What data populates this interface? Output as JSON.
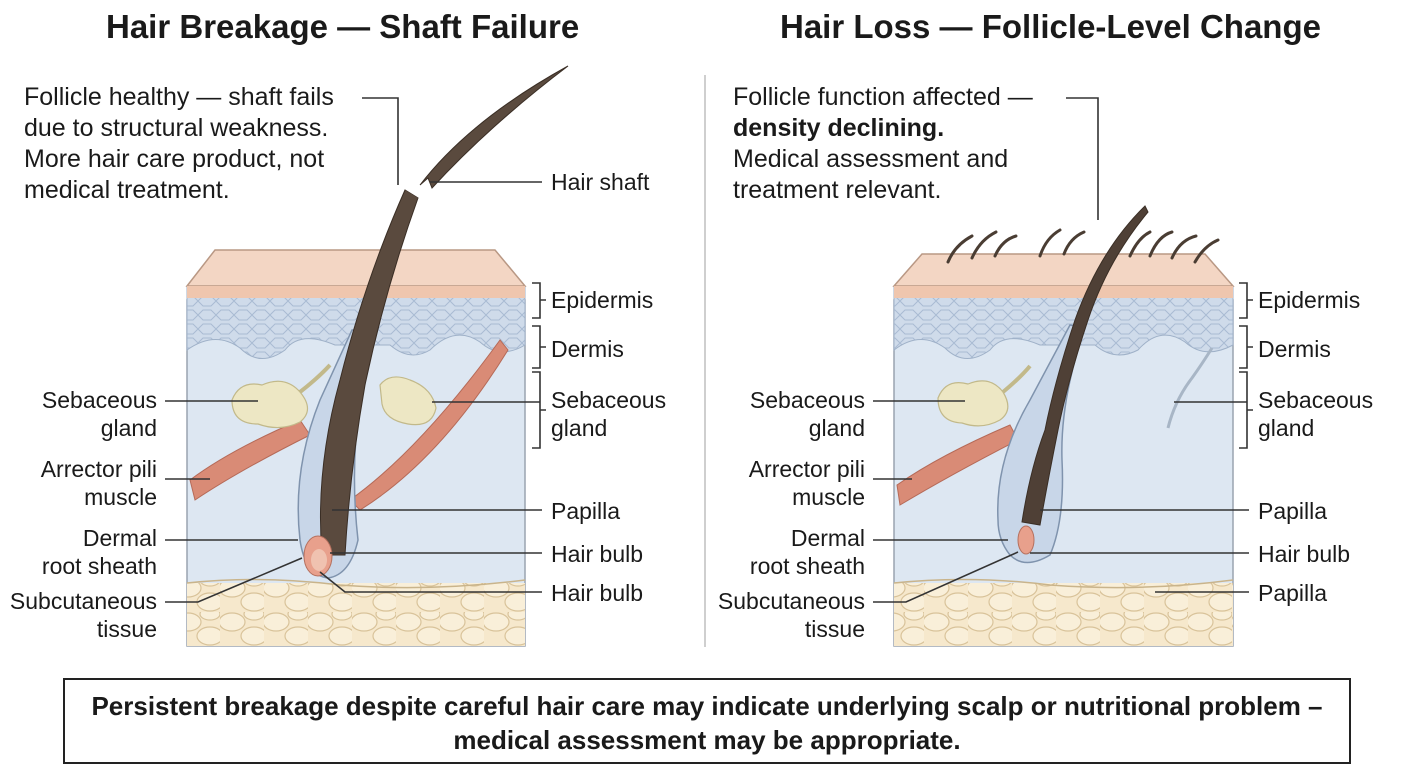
{
  "left": {
    "title": "Hair Breakage — Shaft Failure",
    "note": [
      "Follicle healthy — shaft fails",
      "due to structural weakness.",
      "More hair care product, not",
      "medical treatment."
    ],
    "labels": {
      "hair_shaft": "Hair shaft",
      "epidermis": "Epidermis",
      "dermis": "Dermis",
      "sebaceous_right": [
        "Sebaceous",
        "gland"
      ],
      "papilla": "Papilla",
      "hair_bulb_1": "Hair bulb",
      "hair_bulb_2": "Hair bulb",
      "sebaceous_left": [
        "Sebaceous",
        "gland"
      ],
      "arrector": [
        "Arrector pili",
        "muscle"
      ],
      "dermal_sheath": [
        "Dermal",
        "root sheath"
      ],
      "subcutaneous": [
        "Subcutaneous",
        "tissue"
      ]
    }
  },
  "right": {
    "title": "Hair Loss — Follicle-Level Change",
    "note": [
      "Follicle function affected —",
      "density declining.",
      "Medical assessment and",
      "treatment relevant."
    ],
    "labels": {
      "epidermis": "Epidermis",
      "dermis": "Dermis",
      "sebaceous_right": [
        "Sebaceous",
        "gland"
      ],
      "papilla_1": "Papilla",
      "hair_bulb": "Hair bulb",
      "papilla_2": "Papilla",
      "sebaceous_left": [
        "Sebaceous",
        "gland"
      ],
      "arrector": [
        "Arrector pili",
        "muscle"
      ],
      "dermal_sheath": [
        "Dermal",
        "root sheath"
      ],
      "subcutaneous": [
        "Subcutaneous",
        "tissue"
      ]
    }
  },
  "footer": [
    "Persistent breakage despite careful hair care may indicate underlying scalp or nutritional problem –",
    "medical assessment may be appropriate."
  ],
  "colors": {
    "skin": "#f3d2bf",
    "epidermis_cells": "#cfd9e8",
    "dermis": "#dbe5f1",
    "fat": "#f5e6c8",
    "muscle": "#d98b76",
    "hair": "#5a4a3e",
    "gland": "#ede7c2",
    "bulb": "#e8a08c"
  }
}
